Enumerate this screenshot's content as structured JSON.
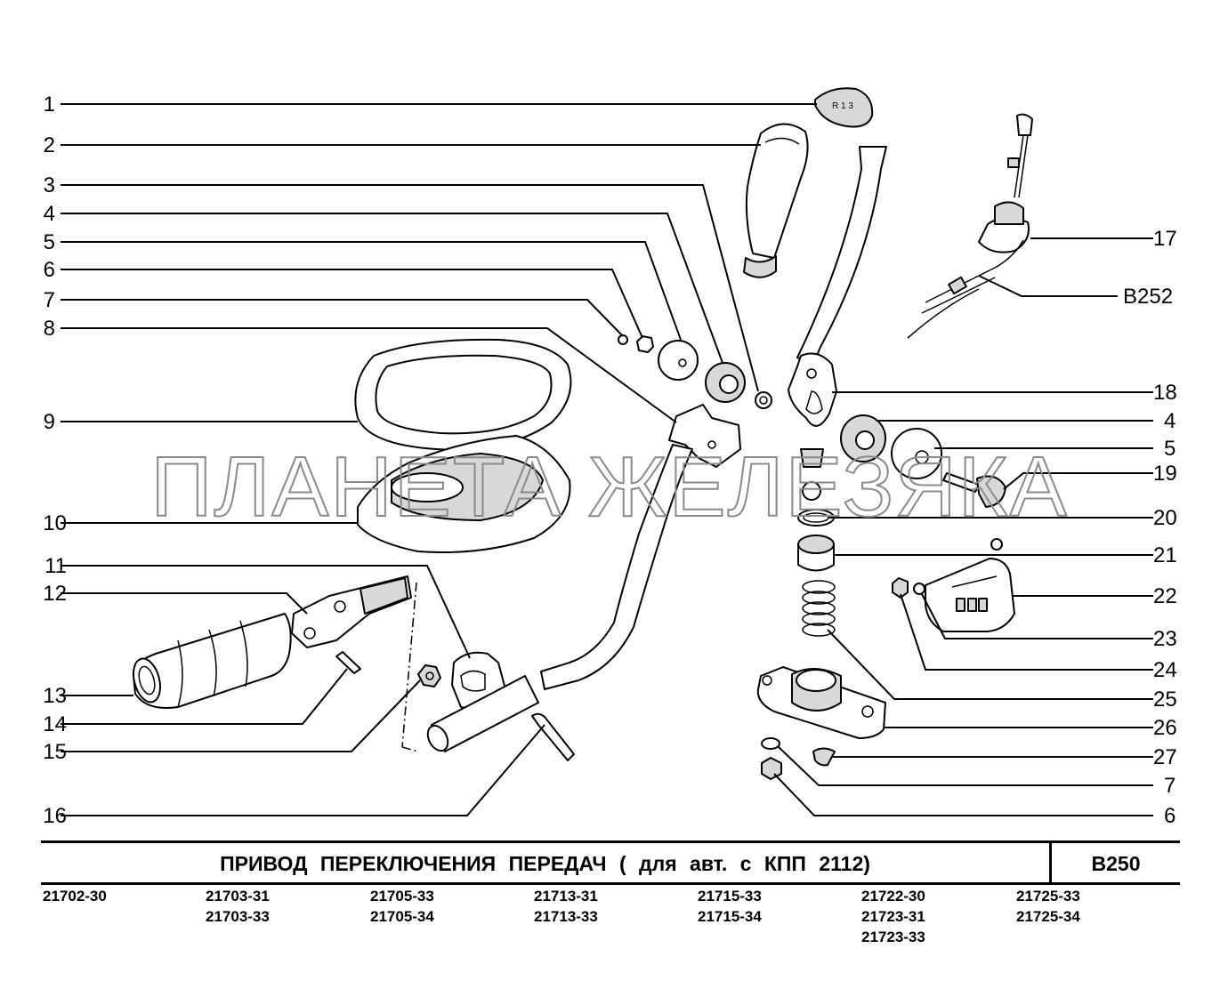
{
  "watermark": "ПЛАНЕТА ЖЕЛЕЗЯКА",
  "callouts_left": [
    "1",
    "2",
    "3",
    "4",
    "5",
    "6",
    "7",
    "8",
    "9",
    "10",
    "11",
    "12",
    "13",
    "14",
    "15",
    "16"
  ],
  "callouts_right": [
    "17",
    "B252",
    "18",
    "4",
    "5",
    "19",
    "20",
    "21",
    "22",
    "23",
    "24",
    "25",
    "26",
    "27",
    "7",
    "6"
  ],
  "title_block": {
    "title": "ПРИВОД   ПЕРЕКЛЮЧЕНИЯ   ПЕРЕДАЧ   ( для авт. с КПП 2112)",
    "code": "B250"
  },
  "models": [
    [
      "21702-30"
    ],
    [
      "21703-31",
      "21703-33"
    ],
    [
      "21705-33",
      "21705-34"
    ],
    [
      "21713-31",
      "21713-33"
    ],
    [
      "21715-33",
      "21715-34"
    ],
    [
      "21722-30",
      "21723-31",
      "21723-33"
    ],
    [
      "21725-33",
      "21725-34"
    ]
  ]
}
